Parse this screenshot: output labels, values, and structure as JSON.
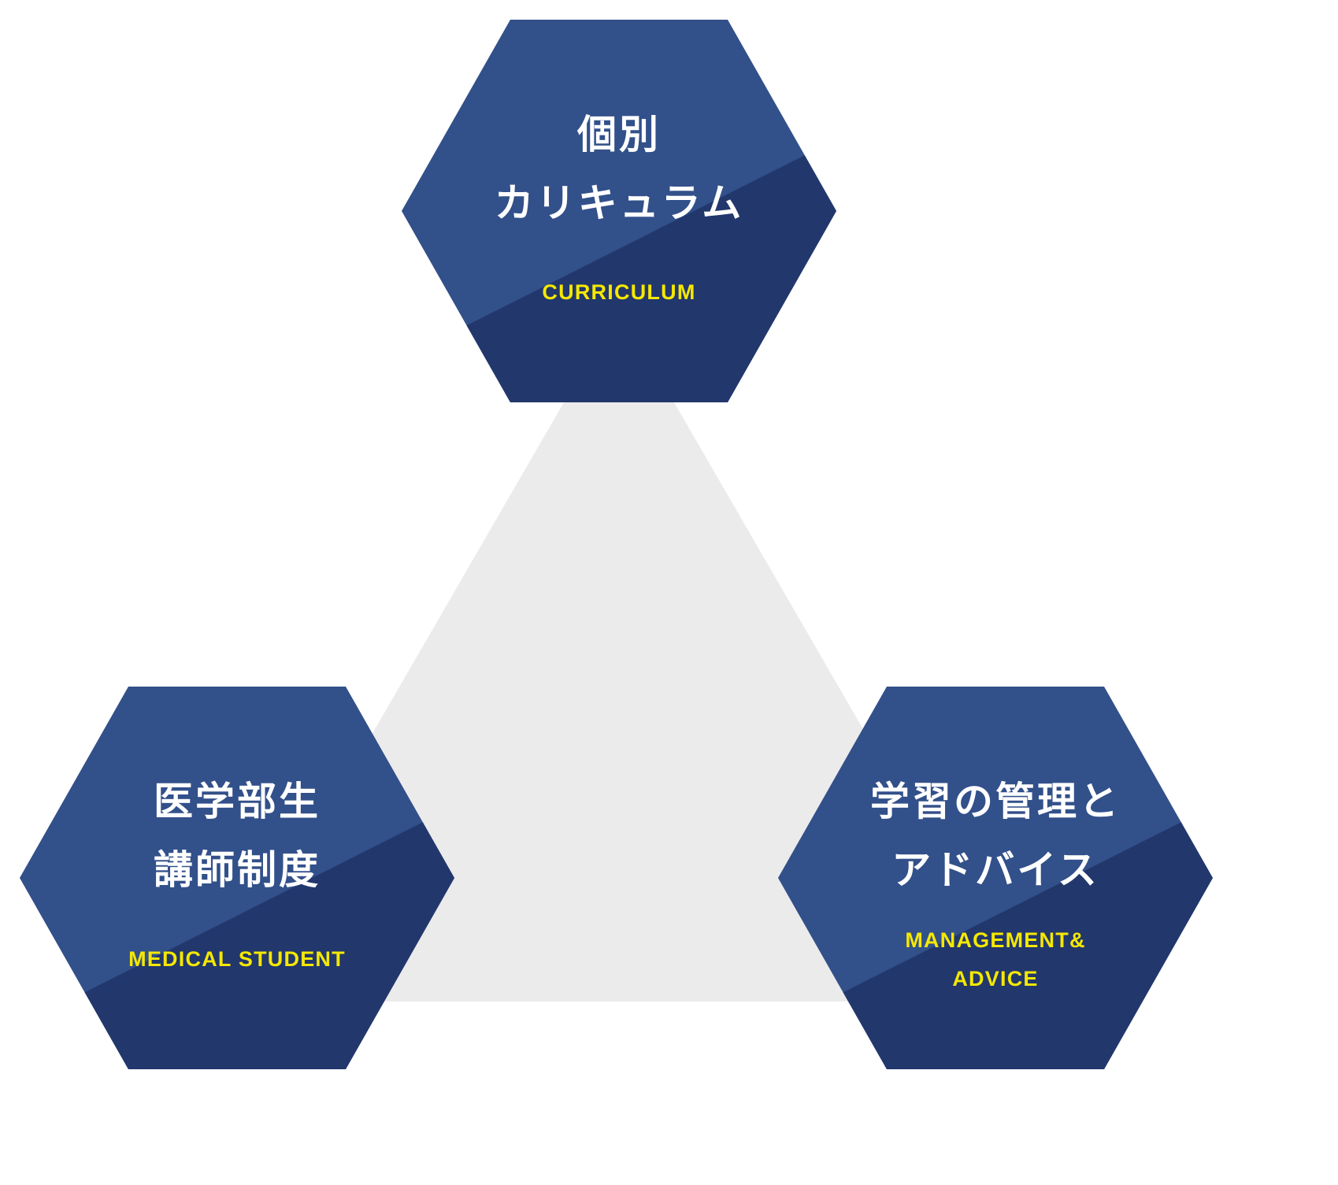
{
  "colors": {
    "background": "#ffffff",
    "hex_light_blue": "#32508a",
    "hex_dark_blue": "#22376c",
    "connector_grey": "#ebebeb",
    "heading_text": "#ffffff",
    "subtitle_text": "#f5e800"
  },
  "diagram": {
    "type": "three-hexagon-triangle",
    "connector_shape_name": "grey-triangle"
  },
  "nodes": [
    {
      "id": "curriculum",
      "position": "top",
      "jp_lines": [
        "個別",
        "カリキュラム"
      ],
      "en_lines": [
        "CURRICULUM"
      ]
    },
    {
      "id": "medical_student",
      "position": "bottom-left",
      "jp_lines": [
        "医学部生",
        "講師制度"
      ],
      "en_lines": [
        "MEDICAL STUDENT"
      ]
    },
    {
      "id": "management_advice",
      "position": "bottom-right",
      "jp_lines": [
        "学習の管理と",
        "アドバイス"
      ],
      "en_lines": [
        "MANAGEMENT&",
        "ADVICE"
      ]
    }
  ]
}
